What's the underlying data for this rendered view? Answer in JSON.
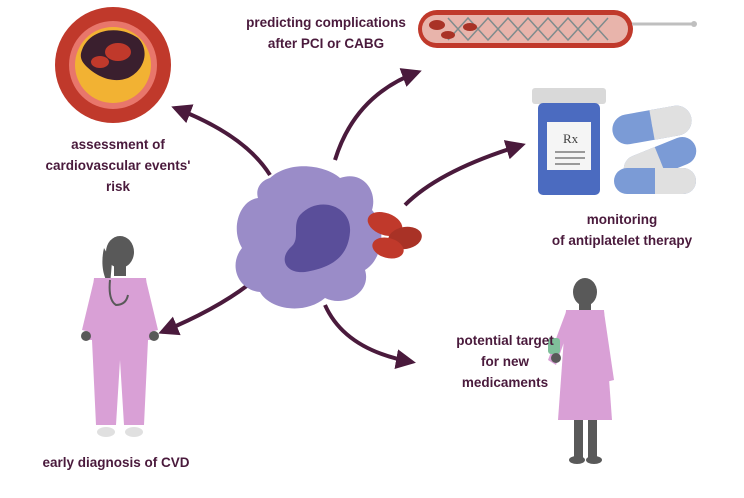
{
  "labels": {
    "risk": [
      "assessment of",
      "cardiovascular events'",
      "risk"
    ],
    "pci": [
      "predicting complications",
      "after PCI or CABG"
    ],
    "antiplatelet": [
      "monitoring",
      "of antiplatelet therapy"
    ],
    "target": [
      "potential target",
      "for new",
      "medicaments"
    ],
    "cvd": [
      "early diagnosis of CVD"
    ]
  },
  "rx_label": "Rx",
  "colors": {
    "label_text": "#4a1a3c",
    "arrow": "#4a1a3c",
    "cell_body": "#9a8cc8",
    "cell_nucleus": "#5a4e9a",
    "platelet": "#c0392b",
    "vessel": "#c0392b",
    "artery_ring": "#c0392b",
    "plaque": "#f2b233",
    "pill_blue": "#7b9bd6",
    "scrubs": "#d9a0d6",
    "silhouette": "#595959"
  },
  "icons": [
    "artery-cross-section-icon",
    "stent-in-vessel-icon",
    "medicine-bottle-icon",
    "capsule-icon",
    "platelet-cell-icon",
    "nurse-icon",
    "scientist-icon"
  ]
}
